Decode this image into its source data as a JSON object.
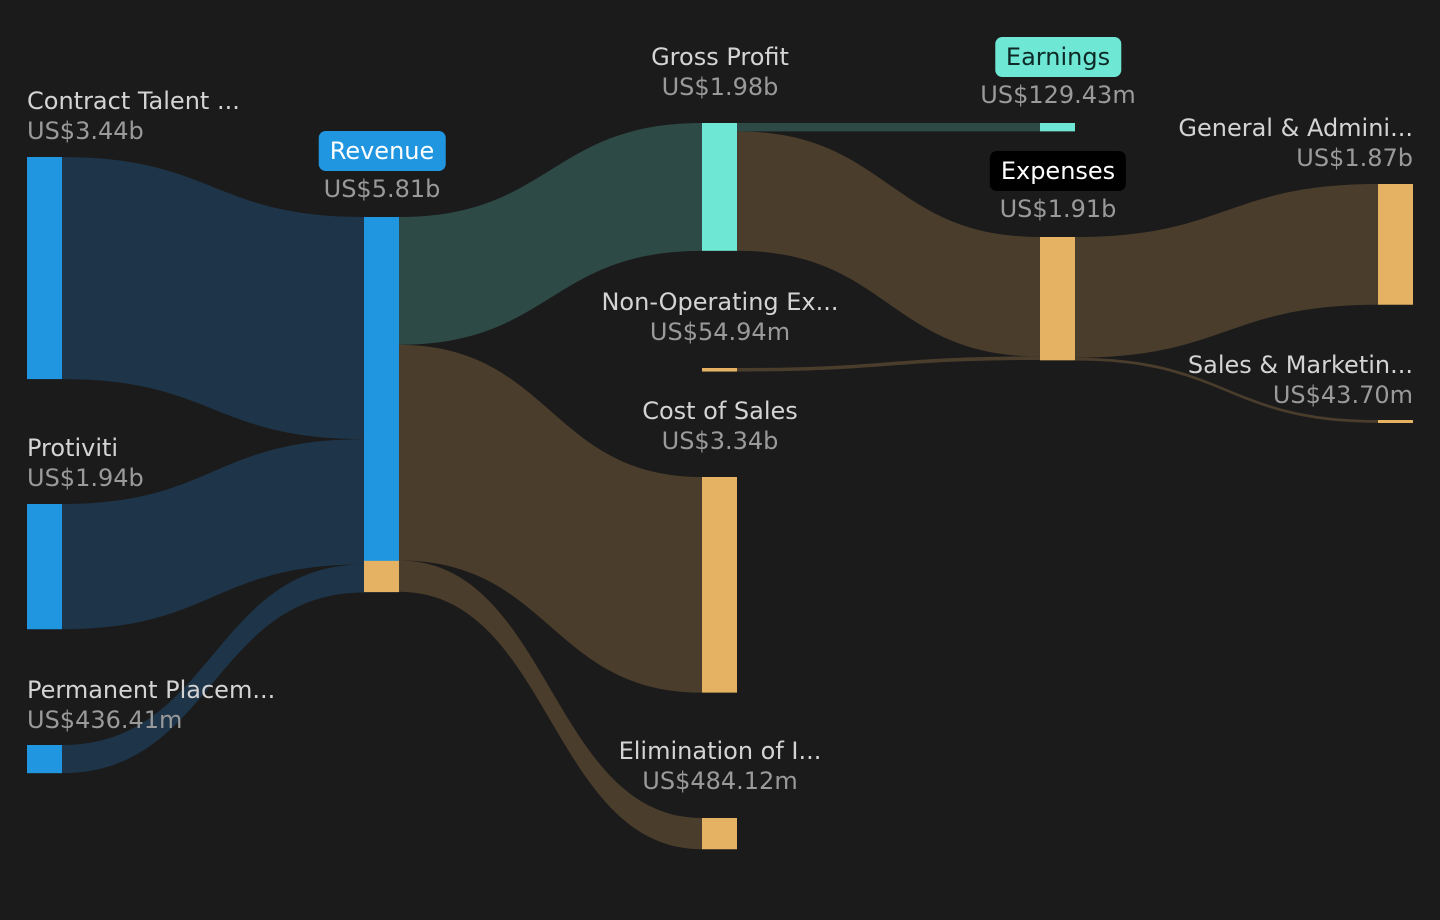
{
  "colors": {
    "background": "#1b1b1b",
    "revenue_node": "#2196e0",
    "revenue_flow": "#1e3448",
    "profit_node": "#6ee7d5",
    "profit_flow": "#2e4a46",
    "cost_node": "#e5b264",
    "cost_flow": "#4b3d2c"
  },
  "chart_data": {
    "type": "sankey",
    "nodes": [
      {
        "id": "contract",
        "name": "Contract Talent ...",
        "value_label": "US$3.44b",
        "value": 3440,
        "kind": "revenue"
      },
      {
        "id": "protiviti",
        "name": "Protiviti",
        "value_label": "US$1.94b",
        "value": 1940,
        "kind": "revenue"
      },
      {
        "id": "permanent",
        "name": "Permanent Placem...",
        "value_label": "US$436.41m",
        "value": 436.41,
        "kind": "revenue"
      },
      {
        "id": "revenue",
        "name": "Revenue",
        "value_label": "US$5.81b",
        "value": 5810,
        "kind": "revenue",
        "highlight": "revenue"
      },
      {
        "id": "gross_profit",
        "name": "Gross Profit",
        "value_label": "US$1.98b",
        "value": 1980,
        "kind": "profit"
      },
      {
        "id": "nonop",
        "name": "Non-Operating Ex...",
        "value_label": "US$54.94m",
        "value": 54.94,
        "kind": "cost"
      },
      {
        "id": "cost_sales",
        "name": "Cost of Sales",
        "value_label": "US$3.34b",
        "value": 3340,
        "kind": "cost"
      },
      {
        "id": "elimination",
        "name": "Elimination of I...",
        "value_label": "US$484.12m",
        "value": 484.12,
        "kind": "cost"
      },
      {
        "id": "earnings",
        "name": "Earnings",
        "value_label": "US$129.43m",
        "value": 129.43,
        "kind": "profit",
        "highlight": "earnings"
      },
      {
        "id": "expenses",
        "name": "Expenses",
        "value_label": "US$1.91b",
        "value": 1910,
        "kind": "cost",
        "highlight": "expenses"
      },
      {
        "id": "gna",
        "name": "General & Admini...",
        "value_label": "US$1.87b",
        "value": 1870,
        "kind": "cost"
      },
      {
        "id": "snm",
        "name": "Sales & Marketin...",
        "value_label": "US$43.70m",
        "value": 43.7,
        "kind": "cost"
      }
    ],
    "links": [
      {
        "source": "contract",
        "target": "revenue",
        "value": 3440
      },
      {
        "source": "protiviti",
        "target": "revenue",
        "value": 1940
      },
      {
        "source": "permanent",
        "target": "revenue",
        "value": 436.41
      },
      {
        "source": "revenue",
        "target": "gross_profit",
        "value": 1980
      },
      {
        "source": "revenue",
        "target": "cost_sales",
        "value": 3340
      },
      {
        "source": "revenue",
        "target": "elimination",
        "value": 484.12
      },
      {
        "source": "gross_profit",
        "target": "earnings",
        "value": 129.43
      },
      {
        "source": "gross_profit",
        "target": "expenses",
        "value": 1850
      },
      {
        "source": "nonop",
        "target": "expenses",
        "value": 54.94
      },
      {
        "source": "expenses",
        "target": "gna",
        "value": 1870
      },
      {
        "source": "expenses",
        "target": "snm",
        "value": 43.7
      }
    ]
  }
}
